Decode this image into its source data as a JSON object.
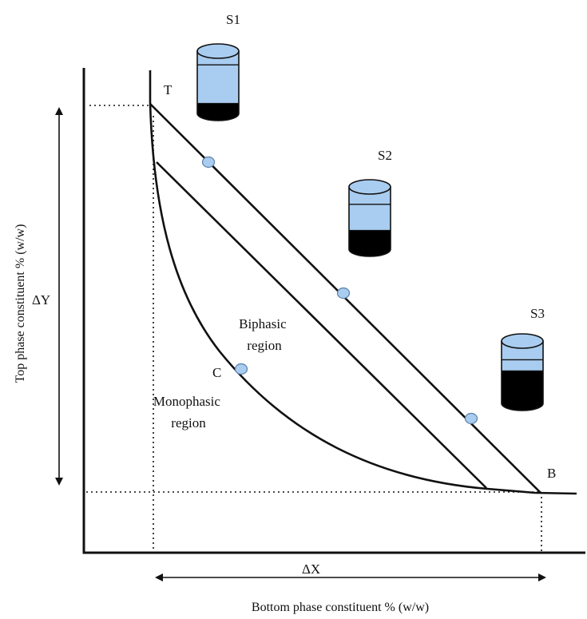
{
  "labels": {
    "point_t": "T",
    "point_b": "B",
    "point_c": "C",
    "delta_y": "ΔY",
    "delta_x": "ΔX",
    "y_axis_title": "Top phase constituent % (w/w)",
    "x_axis_title": "Bottom phase constituent % (w/w)",
    "region_biphasic_line1": "Biphasic",
    "region_biphasic_line2": "region",
    "region_monophasic_line1": "Monophasic",
    "region_monophasic_line2": "region"
  },
  "samples": [
    {
      "label": "S1",
      "top_fraction": 0.62,
      "bottom_fraction": 0.16
    },
    {
      "label": "S2",
      "top_fraction": 0.42,
      "bottom_fraction": 0.3
    },
    {
      "label": "S3",
      "top_fraction": 0.18,
      "bottom_fraction": 0.52
    }
  ],
  "colors": {
    "line": "#111111",
    "top_phase": "#a9cdf0",
    "bottom_phase": "#000000",
    "marker_fill": "#a9cdf0",
    "marker_stroke": "#5a7fa8"
  }
}
